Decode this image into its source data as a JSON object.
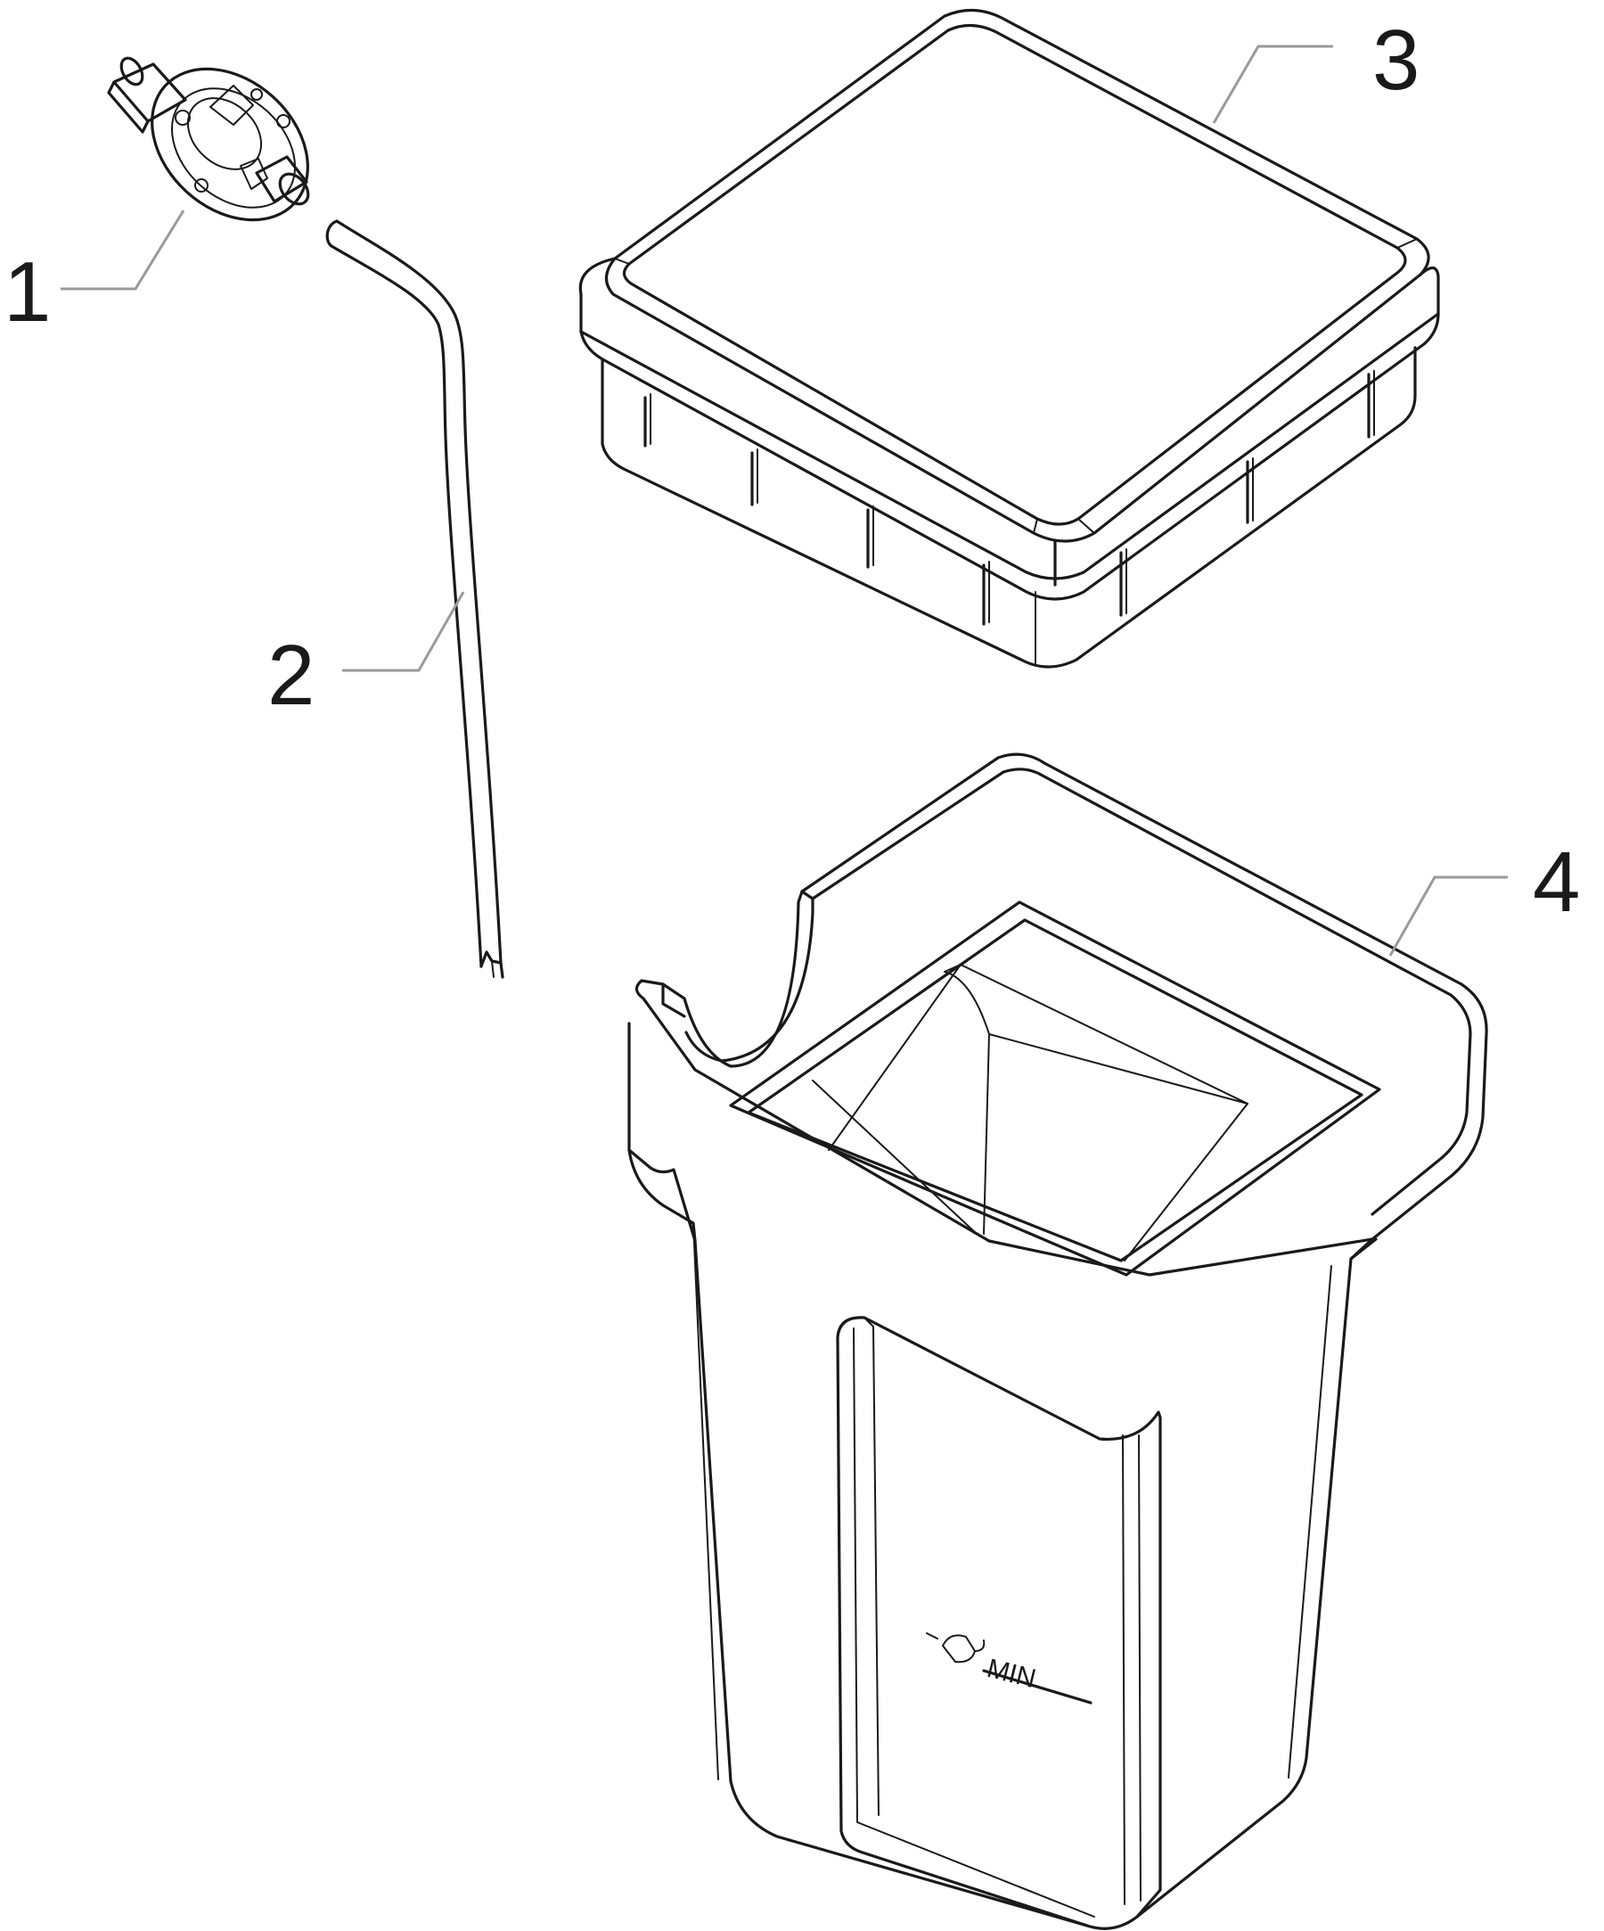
{
  "callouts": [
    {
      "number": "1",
      "part": "connector-valve"
    },
    {
      "number": "2",
      "part": "tube"
    },
    {
      "number": "3",
      "part": "lid"
    },
    {
      "number": "4",
      "part": "container"
    }
  ],
  "container": {
    "mark_label": "MIN",
    "mark_icon": "milk-jug-icon"
  },
  "colors": {
    "line": "#1a1a1a",
    "leader": "#9a9a9a",
    "background": "#ffffff"
  }
}
